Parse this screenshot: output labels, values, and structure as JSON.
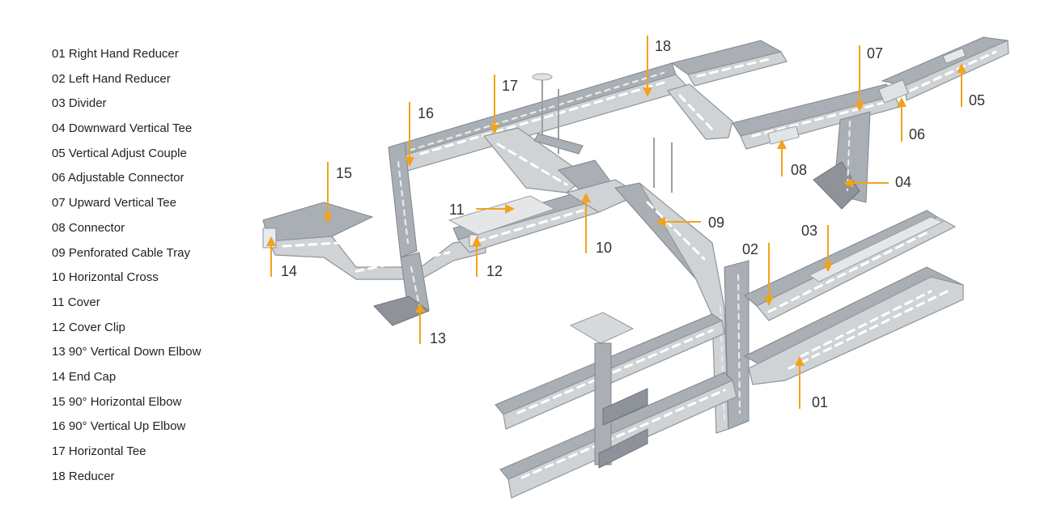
{
  "legend": [
    {
      "num": "01",
      "label": "Right Hand Reducer"
    },
    {
      "num": "02",
      "label": "Left Hand Reducer"
    },
    {
      "num": "03",
      "label": "Divider"
    },
    {
      "num": "04",
      "label": "Downward Vertical Tee"
    },
    {
      "num": "05",
      "label": "Vertical Adjust Couple"
    },
    {
      "num": "06",
      "label": "Adjustable Connector"
    },
    {
      "num": "07",
      "label": "Upward Vertical Tee"
    },
    {
      "num": "08",
      "label": "Connector"
    },
    {
      "num": "09",
      "label": "Penforated Cable Tray"
    },
    {
      "num": "10",
      "label": "Horizontal Cross"
    },
    {
      "num": "11",
      "label": "Cover"
    },
    {
      "num": "12",
      "label": "Cover Clip"
    },
    {
      "num": "13",
      "label": "90° Vertical Down Elbow"
    },
    {
      "num": "14",
      "label": "End Cap"
    },
    {
      "num": "15",
      "label": "90° Horizontal Elbow"
    },
    {
      "num": "16",
      "label": "90° Vertical Up Elbow"
    },
    {
      "num": "17",
      "label": "Horizontal Tee"
    },
    {
      "num": "18",
      "label": "Reducer"
    }
  ],
  "colors": {
    "callout": "#f2a31b",
    "text": "#222222",
    "tray_top": "#cfd3d6",
    "tray_side": "#a9afb4"
  }
}
